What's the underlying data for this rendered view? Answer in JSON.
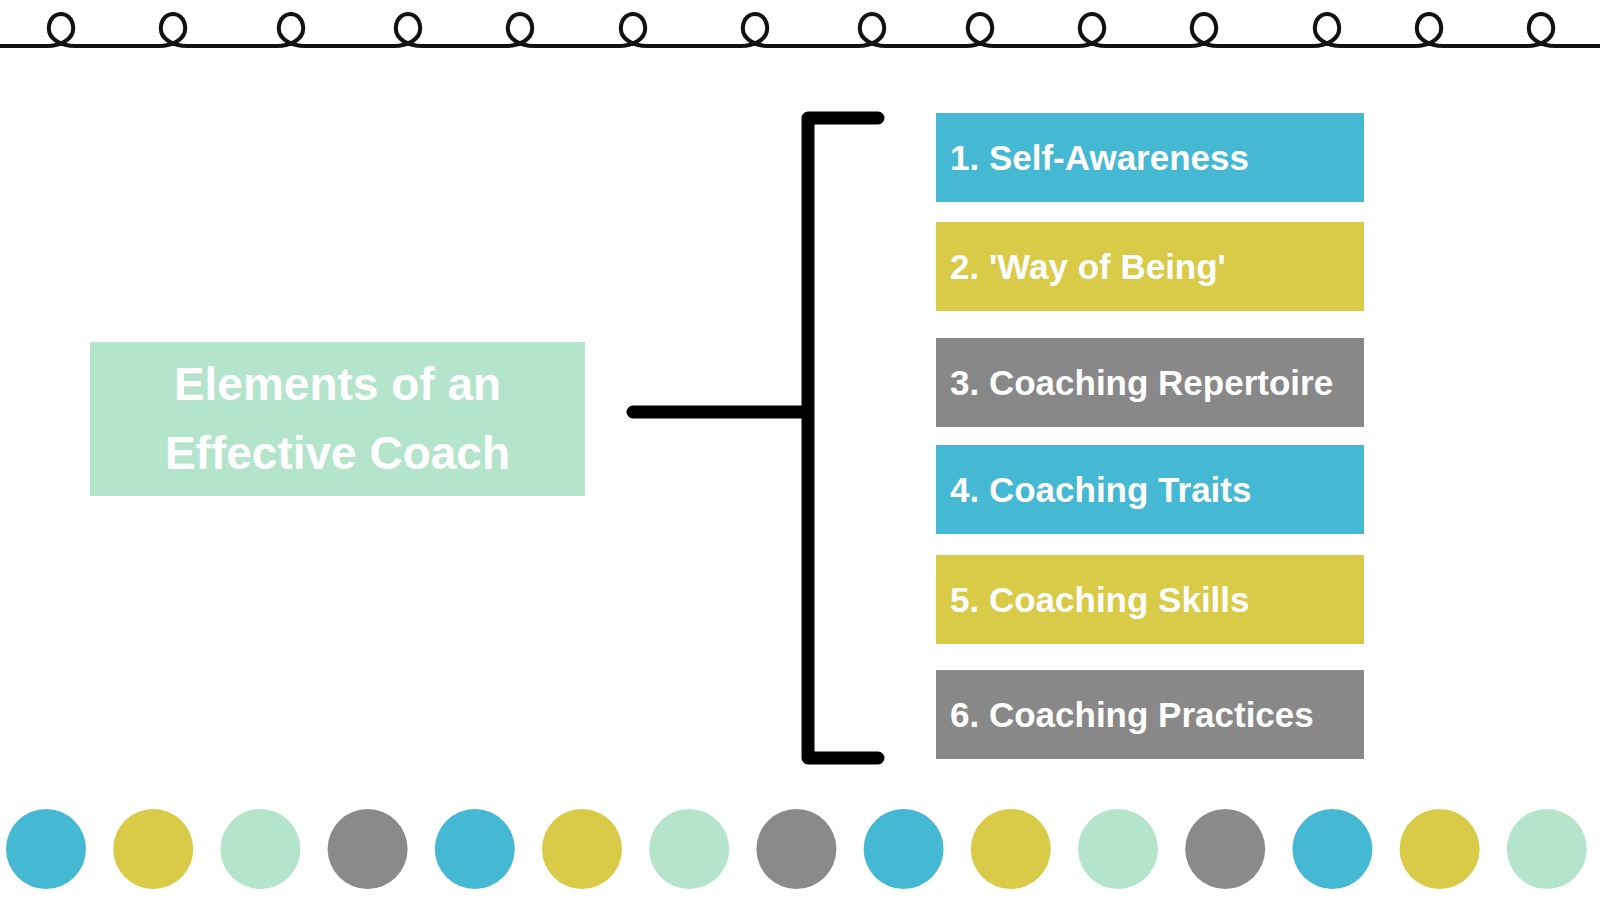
{
  "diagram": {
    "nodes": [
      {
        "text": [
          "Elements of an Effective Coach"
        ]
      },
      {
        "text": [
          "1. Self-Awareness"
        ]
      },
      {
        "text": [
          "2. 'Way of Being'"
        ]
      },
      {
        "text": [
          "3. Coaching Repertoire"
        ]
      },
      {
        "text": [
          "4. Coaching Traits"
        ]
      },
      {
        "text": [
          "5. Coaching Skills"
        ]
      },
      {
        "text": [
          "6. Coaching Practices"
        ]
      }
    ]
  }
}
